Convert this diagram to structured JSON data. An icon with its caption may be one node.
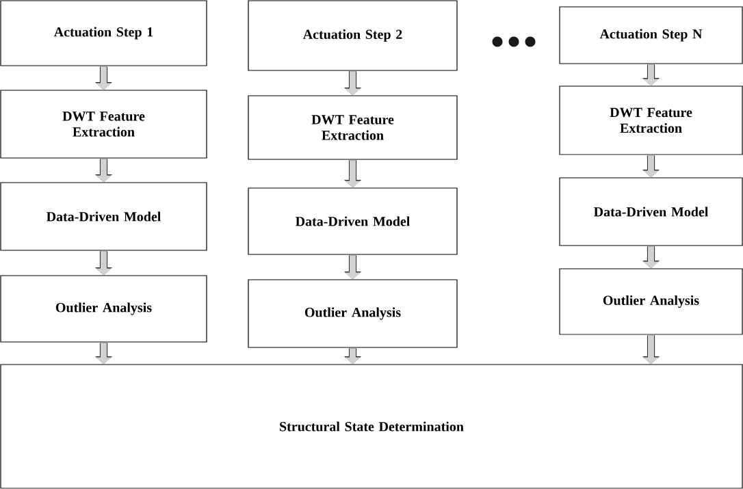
{
  "diagram": {
    "nodes": [
      {
        "text": [
          "Actuation Step 1"
        ]
      },
      {
        "text": [
          "Actuation Step 2"
        ]
      },
      {
        "text": [
          "Actuation Step N"
        ]
      },
      {
        "text": [
          "DWT Feature Extraction"
        ]
      },
      {
        "text": [
          "DWT Feature Extraction"
        ]
      },
      {
        "text": [
          "DWT Feature Extraction"
        ]
      },
      {
        "text": [
          "Data-Driven Model"
        ]
      },
      {
        "text": [
          "Data-Driven Model"
        ]
      },
      {
        "text": [
          "Data-Driven Model"
        ]
      },
      {
        "text": [
          "Outlier Analysis"
        ]
      },
      {
        "text": [
          "Outlier Analysis"
        ]
      },
      {
        "text": [
          "Outlier Analysis"
        ]
      },
      {
        "text": [
          "Structural State Determination"
        ]
      }
    ],
    "edges": [
      {
        "from": 0,
        "to": 3,
        "arrow": "to"
      },
      {
        "from": 1,
        "to": 4,
        "arrow": "to"
      },
      {
        "from": 2,
        "to": 5,
        "arrow": "to"
      },
      {
        "from": 3,
        "to": 6,
        "arrow": "to"
      },
      {
        "from": 4,
        "to": 7,
        "arrow": "to"
      },
      {
        "from": 5,
        "to": 8,
        "arrow": "to"
      },
      {
        "from": 6,
        "to": 9,
        "arrow": "to"
      },
      {
        "from": 7,
        "to": 10,
        "arrow": "to"
      },
      {
        "from": 8,
        "to": 11,
        "arrow": "to"
      },
      {
        "from": 9,
        "to": 12,
        "arrow": "to"
      },
      {
        "from": 10,
        "to": 12,
        "arrow": "to"
      },
      {
        "from": 11,
        "to": 12,
        "arrow": "to"
      }
    ]
  }
}
